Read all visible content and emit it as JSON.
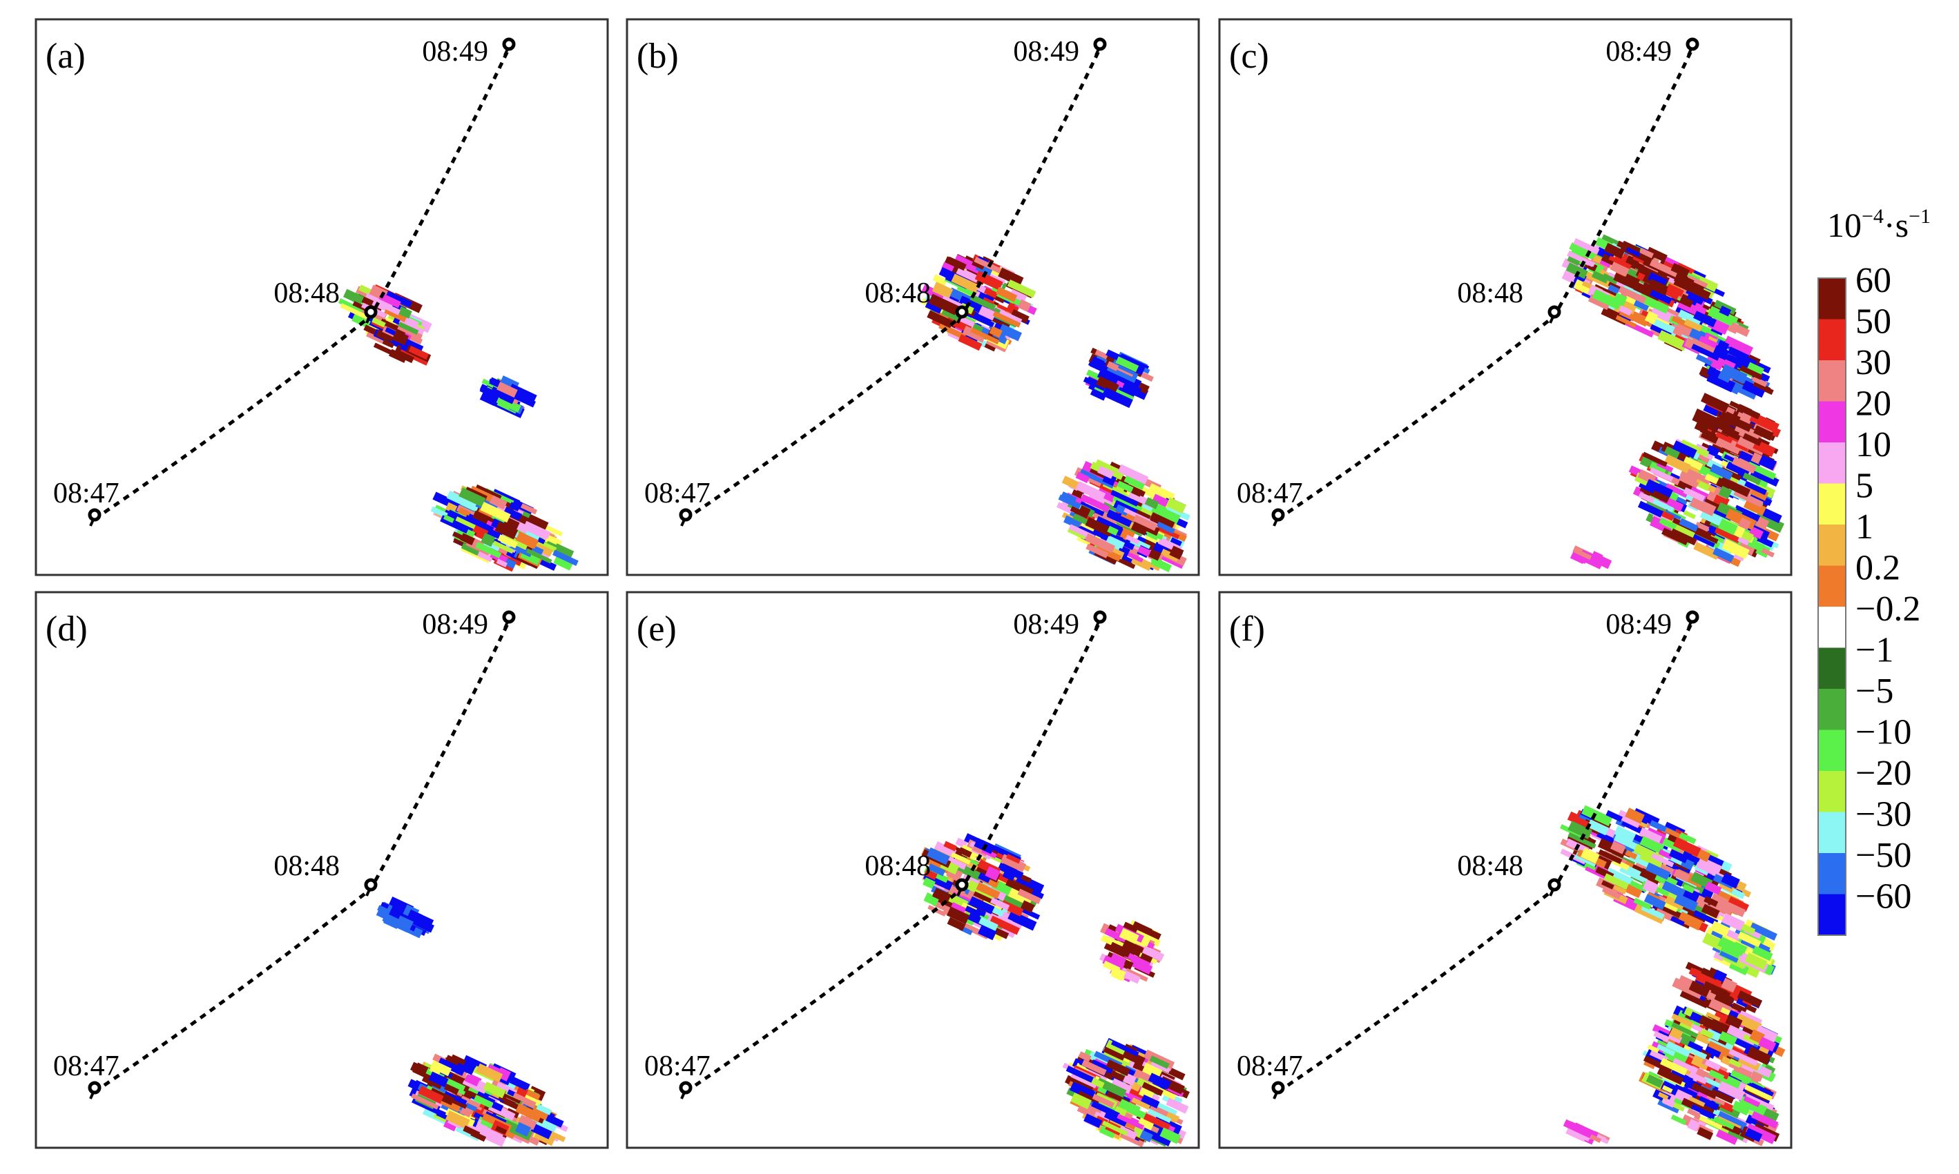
{
  "colorbar": {
    "unit_base": "10",
    "unit_exp1": "−4",
    "unit_dot": "·",
    "unit_s": "s",
    "unit_exp2": "−1",
    "levels": [
      {
        "label": "60",
        "color": "#7b1208"
      },
      {
        "label": "50",
        "color": "#e8261e"
      },
      {
        "label": "30",
        "color": "#ef8383"
      },
      {
        "label": "20",
        "color": "#ef37e3"
      },
      {
        "label": "10",
        "color": "#f7a8f0"
      },
      {
        "label": "5",
        "color": "#fcfc5a"
      },
      {
        "label": "1",
        "color": "#f2b443"
      },
      {
        "label": "0.2",
        "color": "#ef7a2c"
      },
      {
        "label": "−0.2",
        "color": "#ffffff"
      },
      {
        "label": "−1",
        "color": "#2b6e22"
      },
      {
        "label": "−5",
        "color": "#4aae3a"
      },
      {
        "label": "−10",
        "color": "#5cf04a"
      },
      {
        "label": "−20",
        "color": "#b6f23c"
      },
      {
        "label": "−30",
        "color": "#8cf6f4"
      },
      {
        "label": "−50",
        "color": "#2c6ef0"
      },
      {
        "label": "−60",
        "color": "#0a0af0"
      }
    ]
  },
  "panels": [
    {
      "label": "(a)",
      "times": [
        "08:47",
        "08:48",
        "08:49"
      ]
    },
    {
      "label": "(b)",
      "times": [
        "08:47",
        "08:48",
        "08:49"
      ]
    },
    {
      "label": "(c)",
      "times": [
        "08:47",
        "08:48",
        "08:49"
      ]
    },
    {
      "label": "(d)",
      "times": [
        "08:47",
        "08:48",
        "08:49"
      ]
    },
    {
      "label": "(e)",
      "times": [
        "08:47",
        "08:48",
        "08:49"
      ]
    },
    {
      "label": "(f)",
      "times": [
        "08:47",
        "08:48",
        "08:49"
      ]
    }
  ]
}
